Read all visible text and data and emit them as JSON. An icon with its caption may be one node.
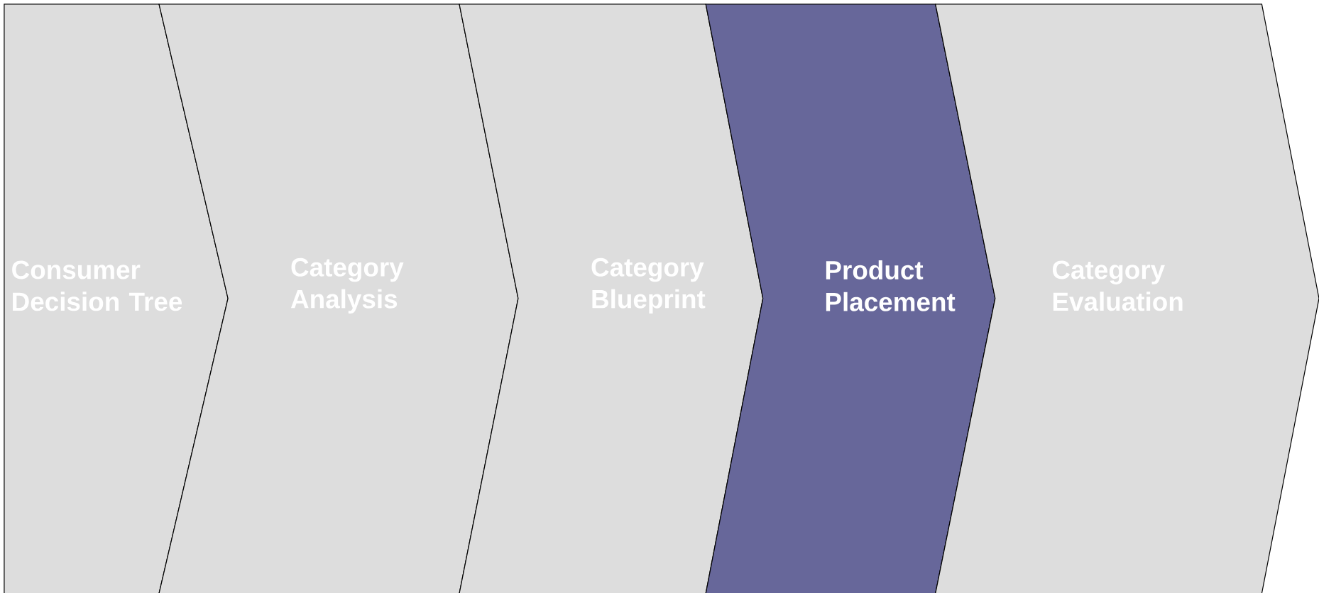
{
  "diagram": {
    "nodes": [
      {
        "text": [
          "Consumer Decision Tree"
        ]
      },
      {
        "text": [
          "Category Analysis"
        ]
      },
      {
        "text": [
          "Category Blueprint"
        ]
      },
      {
        "text": [
          "Product Placement"
        ]
      },
      {
        "text": [
          "Category Evaluation"
        ]
      }
    ]
  }
}
